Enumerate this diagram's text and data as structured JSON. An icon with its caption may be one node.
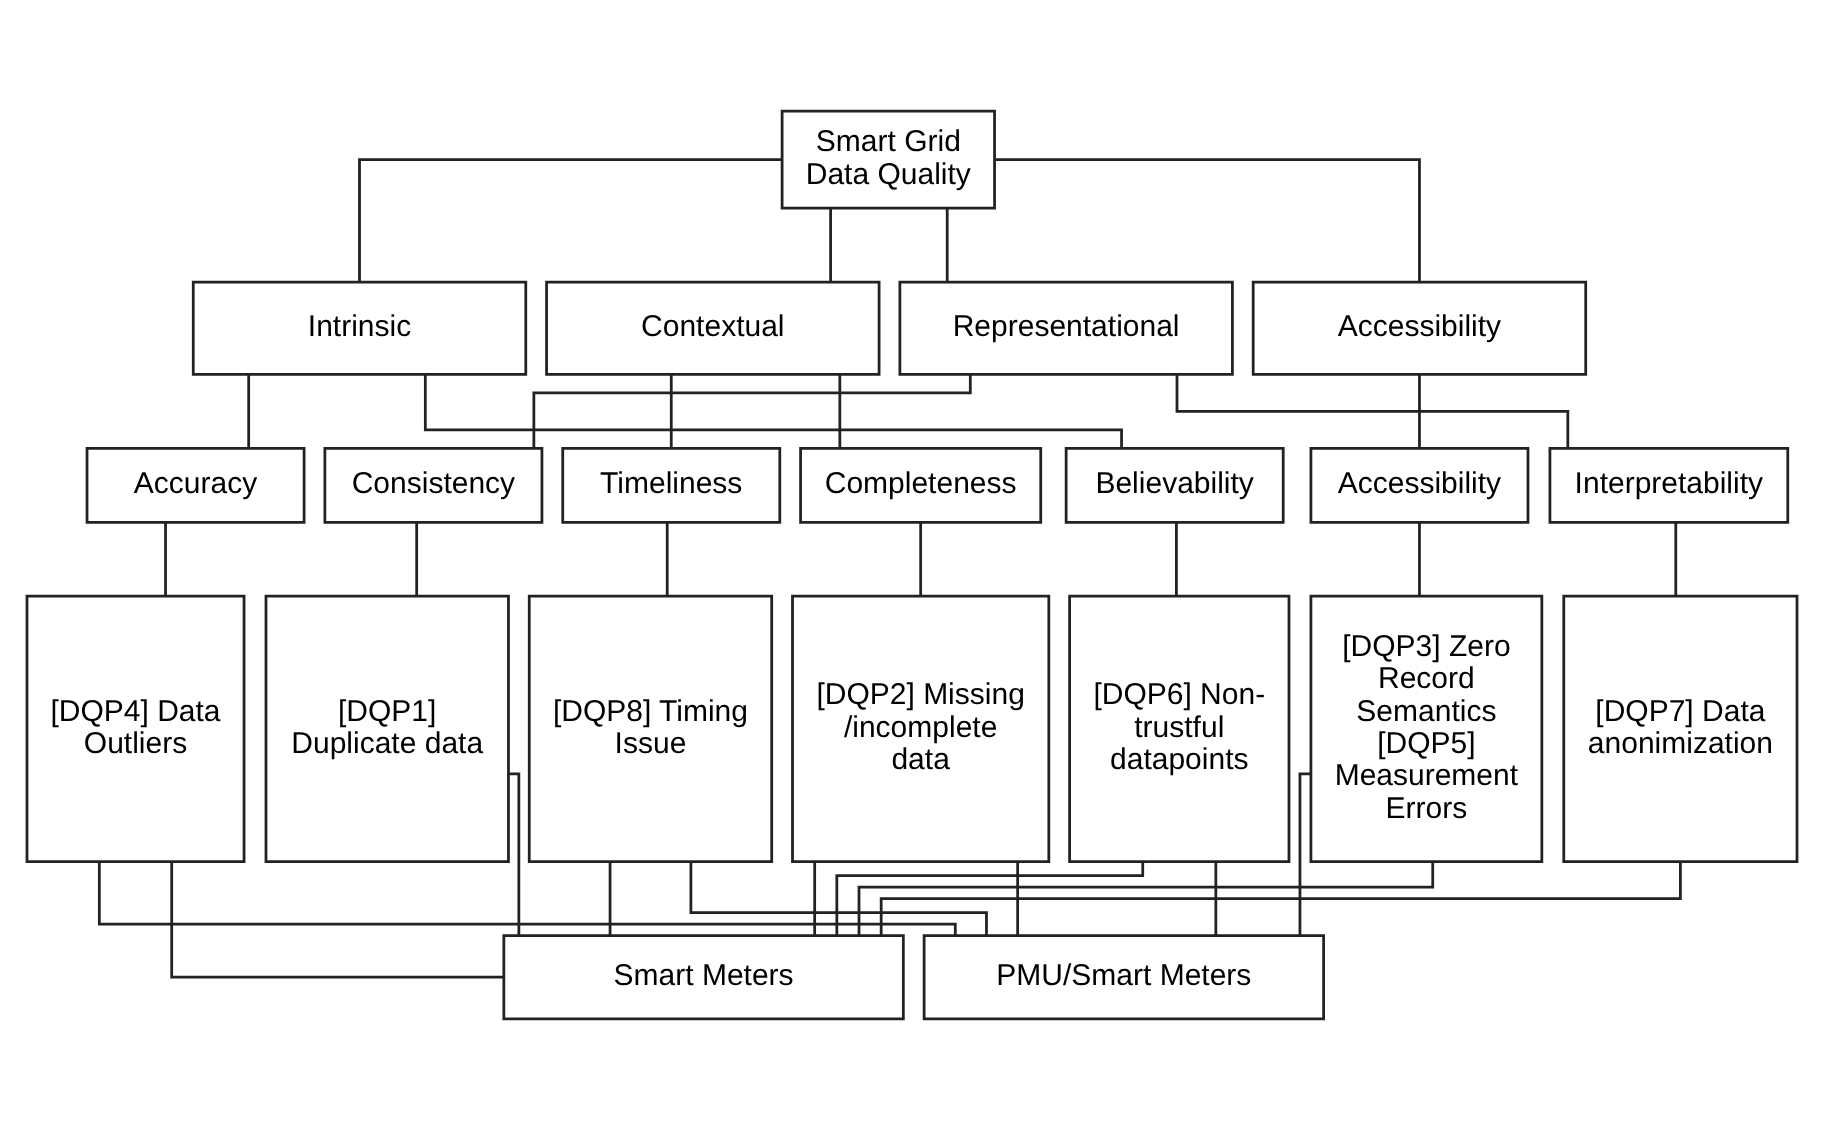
{
  "diagram": {
    "nodes": [
      {
        "text": [
          "Smart Grid Data Quality"
        ]
      },
      {
        "text": [
          "Intrinsic"
        ]
      },
      {
        "text": [
          "Contextual"
        ]
      },
      {
        "text": [
          "Representational"
        ]
      },
      {
        "text": [
          "Accessibility"
        ]
      },
      {
        "text": [
          "Accuracy"
        ]
      },
      {
        "text": [
          "Consistency"
        ]
      },
      {
        "text": [
          "Timeliness"
        ]
      },
      {
        "text": [
          "Completeness"
        ]
      },
      {
        "text": [
          "Believability"
        ]
      },
      {
        "text": [
          "Accessibility"
        ]
      },
      {
        "text": [
          "Interpretability"
        ]
      },
      {
        "text": [
          "[DQP4] Data Outliers"
        ]
      },
      {
        "text": [
          "[DQP1] Duplicate data"
        ]
      },
      {
        "text": [
          "[DQP8] Timing Issue"
        ]
      },
      {
        "text": [
          "[DQP2] Missing /incomplete data"
        ]
      },
      {
        "text": [
          "[DQP6] Non-trustful datapoints"
        ]
      },
      {
        "text": [
          "[DQP3] Zero Record Semantics [DQP5] Measurement Errors"
        ]
      },
      {
        "text": [
          "[DQP7] Data anonimization"
        ]
      },
      {
        "text": [
          "Smart Meters"
        ]
      },
      {
        "text": [
          "PMU/Smart Meters"
        ]
      }
    ],
    "edges": [
      {
        "from": 0,
        "to": 1,
        "arrow": "none"
      },
      {
        "from": 0,
        "to": 2,
        "arrow": "none"
      },
      {
        "from": 0,
        "to": 3,
        "arrow": "none"
      },
      {
        "from": 0,
        "to": 4,
        "arrow": "none"
      },
      {
        "from": 1,
        "to": 5,
        "arrow": "none"
      },
      {
        "from": 1,
        "to": 9,
        "arrow": "none"
      },
      {
        "from": 2,
        "to": 7,
        "arrow": "none"
      },
      {
        "from": 2,
        "to": 8,
        "arrow": "none"
      },
      {
        "from": 3,
        "to": 6,
        "arrow": "none"
      },
      {
        "from": 3,
        "to": 11,
        "arrow": "none"
      },
      {
        "from": 4,
        "to": 10,
        "arrow": "none"
      },
      {
        "from": 5,
        "to": 12,
        "arrow": "none"
      },
      {
        "from": 6,
        "to": 13,
        "arrow": "none"
      },
      {
        "from": 7,
        "to": 14,
        "arrow": "none"
      },
      {
        "from": 8,
        "to": 15,
        "arrow": "none"
      },
      {
        "from": 9,
        "to": 16,
        "arrow": "none"
      },
      {
        "from": 10,
        "to": 17,
        "arrow": "none"
      },
      {
        "from": 11,
        "to": 18,
        "arrow": "none"
      },
      {
        "from": 12,
        "to": 19,
        "arrow": "none"
      },
      {
        "from": 12,
        "to": 20,
        "arrow": "none"
      },
      {
        "from": 13,
        "to": 19,
        "arrow": "none"
      },
      {
        "from": 14,
        "to": 19,
        "arrow": "none"
      },
      {
        "from": 14,
        "to": 20,
        "arrow": "none"
      },
      {
        "from": 15,
        "to": 19,
        "arrow": "none"
      },
      {
        "from": 15,
        "to": 20,
        "arrow": "none"
      },
      {
        "from": 16,
        "to": 19,
        "arrow": "none"
      },
      {
        "from": 16,
        "to": 20,
        "arrow": "none"
      },
      {
        "from": 17,
        "to": 19,
        "arrow": "none"
      },
      {
        "from": 17,
        "to": 20,
        "arrow": "none"
      },
      {
        "from": 18,
        "to": 19,
        "arrow": "none"
      }
    ]
  }
}
